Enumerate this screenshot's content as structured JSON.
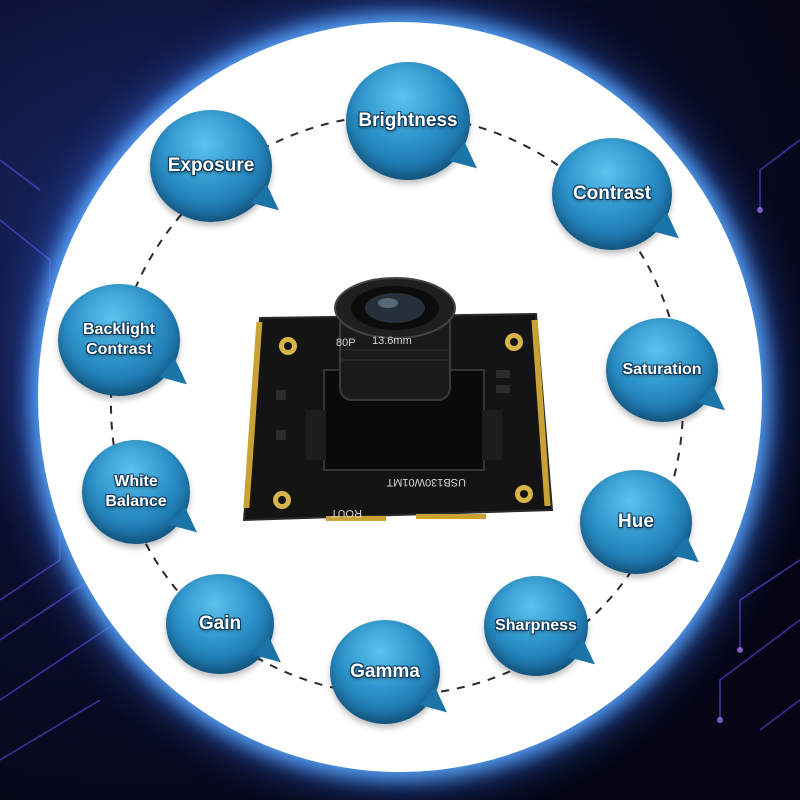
{
  "features": [
    {
      "id": "brightness",
      "label": "Brightness"
    },
    {
      "id": "exposure",
      "label": "Exposure"
    },
    {
      "id": "contrast",
      "label": "Contrast"
    },
    {
      "id": "backlight",
      "label_lines": [
        "Backlight",
        "Contrast"
      ]
    },
    {
      "id": "saturation",
      "label": "Saturation"
    },
    {
      "id": "white-balance",
      "label_lines": [
        "White",
        "Balance"
      ]
    },
    {
      "id": "hue",
      "label": "Hue"
    },
    {
      "id": "gain",
      "label": "Gain"
    },
    {
      "id": "sharpness",
      "label": "Sharpness"
    },
    {
      "id": "gamma",
      "label": "Gamma"
    }
  ],
  "camera": {
    "lens_text": "13.6mm",
    "lens_text2": "80P",
    "board_text": "USB130W01MT",
    "board_text2": "ROUT"
  },
  "colors": {
    "bubble": "#2a8fc6",
    "halo_glow": "#5aaaff",
    "background": "#0b0f2e"
  }
}
